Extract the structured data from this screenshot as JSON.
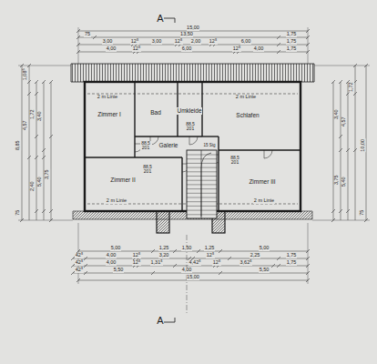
{
  "diagram": {
    "nodes": [
      {
        "text": [
          "Zimmer I"
        ]
      },
      {
        "text": [
          "Bad"
        ]
      },
      {
        "text": [
          "Umkleide"
        ]
      },
      {
        "text": [
          "Schlafen"
        ]
      },
      {
        "text": [
          "Galerie"
        ]
      },
      {
        "text": [
          "Zimmer II"
        ]
      },
      {
        "text": [
          "Zimmer III"
        ]
      }
    ],
    "labels": [
      "A",
      "A",
      "15,00",
      "75",
      "13,50",
      "1,75",
      "3,00",
      "12⁵",
      "3,00",
      "12⁵",
      "2,00",
      "12⁵",
      "6,00",
      "1,75",
      "4,00",
      "12⁵",
      "6,00",
      "12⁵",
      "4,00",
      "1,75",
      "5,00",
      "1,25",
      "1,50",
      "1,25",
      "5,00",
      "42⁵",
      "4,00",
      "12⁵",
      "3,20",
      "12⁵",
      "2,25",
      "1,75",
      "42⁵",
      "4,00",
      "12⁵",
      "1,31⁵",
      "4,42⁵",
      "12⁵",
      "3,62⁵",
      "1,75",
      "42⁵",
      "5,50",
      "4,00",
      "5,50",
      "15,00",
      "8,85",
      "1,08⁵",
      "4,57",
      "1,72",
      "3,40",
      "5,40",
      "2,40",
      "3,75",
      "75",
      "10,00",
      "1,72",
      "4,57",
      "3,40",
      "5,40",
      "3,75",
      "75",
      "2 m Linie",
      "2 m Linie",
      "2 m Linie",
      "2 m Linie",
      "88,5 201",
      "88,5 201",
      "88,5 201",
      "88,5 201",
      "15 Stg"
    ]
  }
}
